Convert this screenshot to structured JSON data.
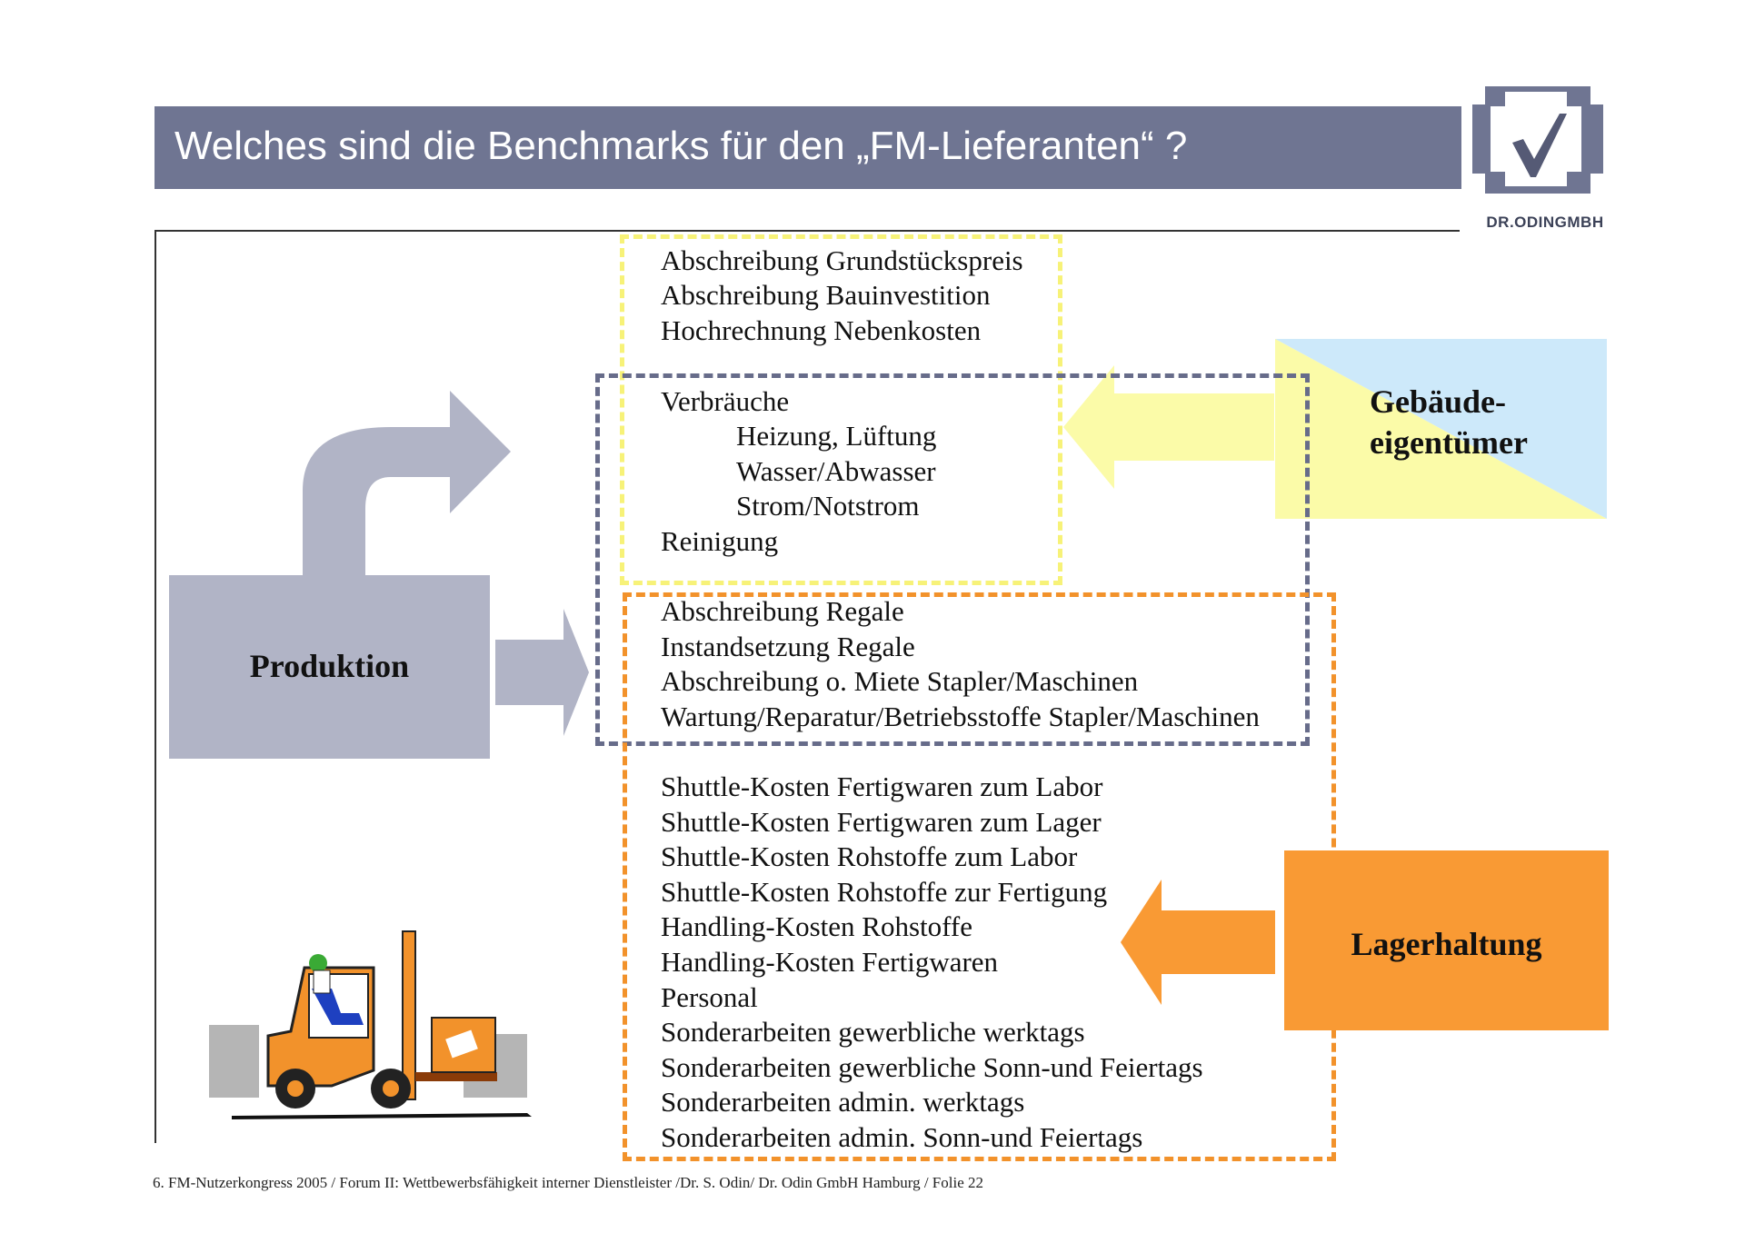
{
  "header": {
    "title": "Welches sind die Benchmarks für den  „FM-Lieferanten“ ?",
    "logo_text": "DR.ODINGMBH",
    "logo_icon": "checkmark-icon"
  },
  "groups": {
    "building_costs": [
      "Abschreibung Grundstückspreis",
      "Abschreibung  Bauinvestition",
      "Hochrechnung Nebenkosten"
    ],
    "consumption": [
      {
        "text": "Verbräuche",
        "indent": false
      },
      {
        "text": "Heizung, Lüftung",
        "indent": true
      },
      {
        "text": "Wasser/Abwasser",
        "indent": true
      },
      {
        "text": "Strom/Notstrom",
        "indent": true
      },
      {
        "text": "Reinigung",
        "indent": false
      }
    ],
    "equipment": [
      "Abschreibung Regale",
      "Instandsetzung Regale",
      "Abschreibung o. Miete Stapler/Maschinen",
      "Wartung/Reparatur/Betriebsstoffe Stapler/Maschinen"
    ],
    "logistics": [
      "Shuttle-Kosten Fertigwaren zum Labor",
      "Shuttle-Kosten Fertigwaren zum Lager",
      "Shuttle-Kosten Rohstoffe zum Labor",
      "Shuttle-Kosten Rohstoffe zur Fertigung",
      "Handling-Kosten Rohstoffe",
      "Handling-Kosten Fertigwaren",
      "Personal",
      "Sonderarbeiten gewerbliche werktags",
      "Sonderarbeiten gewerbliche Sonn-und Feiertags",
      "Sonderarbeiten admin. werktags",
      "Sonderarbeiten admin. Sonn-und Feiertags"
    ]
  },
  "boxes": {
    "produktion": "Produktion",
    "eigentuemer_line1": "Gebäude-",
    "eigentuemer_line2": "eigentümer",
    "lagerhaltung": "Lagerhaltung"
  },
  "colors": {
    "title_bar": "#6f7592",
    "yellow_dash": "#f7f278",
    "gray_dash": "#676c8a",
    "orange_dash": "#f2922b",
    "produktion": "#b1b4c6",
    "lager": "#f99a34",
    "arrow_yellow": "#fbfba8",
    "arrow_orange": "#f99a34",
    "arrow_gray": "#b1b4c6",
    "light_blue": "#cde9fa"
  },
  "illustration": "forklift-icon",
  "footer": "6. FM-Nutzerkongress 2005 / Forum II: Wettbewerbsfähigkeit interner Dienstleister /Dr. S. Odin/ Dr. Odin GmbH Hamburg / Folie 22"
}
